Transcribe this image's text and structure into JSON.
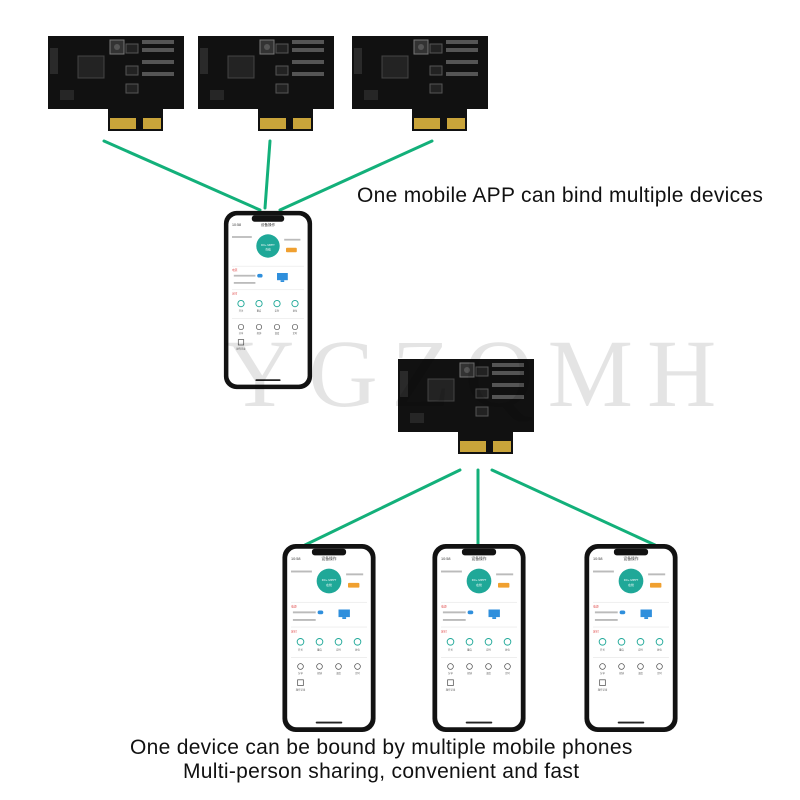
{
  "caption_top": "One mobile APP can bind multiple devices",
  "caption_bottom_line1": "One device can be bound by multiple mobile phones",
  "caption_bottom_line2": "Multi-person sharing, convenient and fast",
  "watermark": "YGZQMH",
  "colors": {
    "line": "#13b07a",
    "board": "#111111",
    "chip": "#232323",
    "gold": "#c9a43a",
    "dial": "#1fa898",
    "accent": "#f0a030",
    "monitor": "#2f8fdc"
  },
  "phone_screen": {
    "time": "10:58",
    "title": "设备操作",
    "dial_text": "DC+ MPPT",
    "dial_sub": "在线",
    "section1": "电源",
    "section2": "定时",
    "icons": [
      "开关",
      "重启",
      "定时",
      "复位"
    ],
    "bottom_icons": [
      "分享",
      "闹钟",
      "温度",
      "定时"
    ],
    "extra": "操作记录"
  }
}
